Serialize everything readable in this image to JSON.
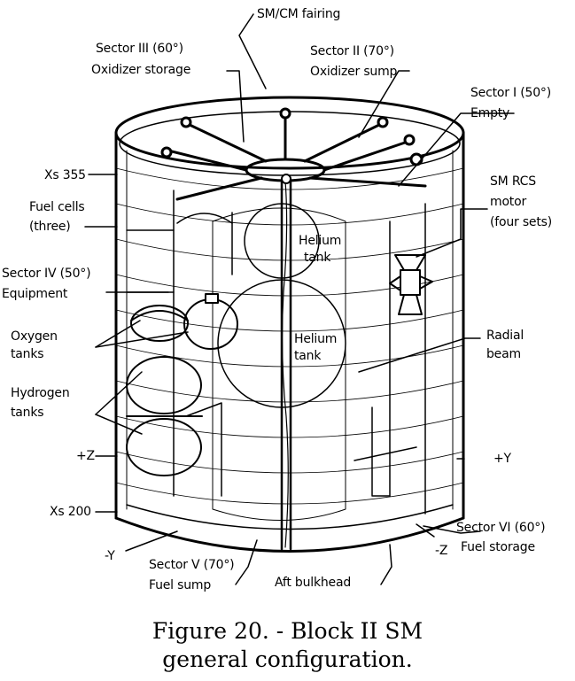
{
  "labels": {
    "fairing": "SM/CM fairing",
    "sector3_title": "Sector III (60°)",
    "sector3_sub": "Oxidizer storage",
    "sector2_title": "Sector II (70°)",
    "sector2_sub": "Oxidizer sump",
    "sector1_title": "Sector I (50°)",
    "sector1_sub": "Empty",
    "xs355": "Xs 355",
    "fuel_cells_1": "Fuel cells",
    "fuel_cells_2": "(three)",
    "sector4_title": "Sector IV (50°)",
    "sector4_sub": "Equipment",
    "rcs_1": "SM RCS",
    "rcs_2": "motor",
    "rcs_3": "(four sets)",
    "helium_upper_1": "Helium",
    "helium_upper_2": "tank",
    "helium_lower_1": "Helium",
    "helium_lower_2": "tank",
    "oxygen_1": "Oxygen",
    "oxygen_2": "tanks",
    "radial_1": "Radial",
    "radial_2": "beam",
    "hydrogen_1": "Hydrogen",
    "hydrogen_2": "tanks",
    "plus_z": "+Z",
    "plus_y": "+Y",
    "xs200": "Xs 200",
    "minus_y": "-Y",
    "sector5_title": "Sector V (70°)",
    "sector5_sub": "Fuel sump",
    "aft_bulkhead": "Aft bulkhead",
    "minus_z": "-Z",
    "sector6_title": "Sector VI (60°)",
    "sector6_sub": "Fuel storage"
  },
  "caption": {
    "line1": "Figure 20. - Block II SM",
    "line2": "general configuration."
  }
}
